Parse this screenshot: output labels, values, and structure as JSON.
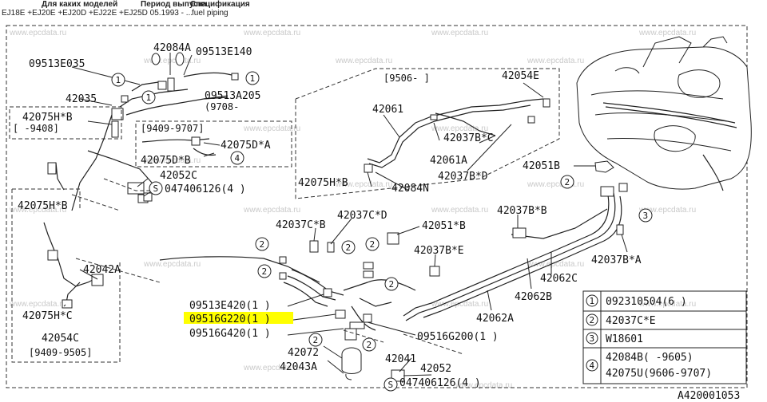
{
  "header": {
    "col1_title": "Для каких моделей",
    "col1_value": "EJ18E +EJ20E +EJ20D +EJ22E +EJ25D 05.1993 - ...",
    "col2_title": "Период выпуска",
    "col3_title": "Спецификация",
    "col3_value": "fuel piping"
  },
  "watermark": "www.epcdata.ru",
  "labels": {
    "p42084A": "42084A",
    "p09513E035": "09513E035",
    "p09513E140": "09513E140",
    "p42035": "42035",
    "p09513A205": "09513A205",
    "p9708": "(9708-",
    "p42075HB_1": "42075H*B",
    "p9408": "[     -9408]",
    "p9409_9707": "[9409-9707]",
    "p42075DA": "42075D*A",
    "p42075DB": "42075D*B",
    "p42052C": "42052C",
    "p047406126_a": "047406126(4 )",
    "p9506": "[9506-     ]",
    "p42054E": "42054E",
    "p42061": "42061",
    "p42037BC": "42037B*C",
    "p42061A": "42061A",
    "p42037BD": "42037B*D",
    "p42075HB_2": "42075H*B",
    "p42084N": "42084N",
    "p42051B": "42051B",
    "p42075HB_3": "42075H*B",
    "p42037CB": "42037C*B",
    "p42037CD": "42037C*D",
    "p42051xB": "42051*B",
    "p42037BB": "42037B*B",
    "p42037BE": "42037B*E",
    "p42037BA": "42037B*A",
    "p42042A": "42042A",
    "p42062C": "42062C",
    "p42062B": "42062B",
    "p42062A": "42062A",
    "p42075HC": "42075H*C",
    "p42054C": "42054C",
    "p9409_9505": "[9409-9505]",
    "p09513E420": "09513E420(1 )",
    "p09516G220": "09516G220(1 )",
    "p09516G420": "09516G420(1 )",
    "p42072": "42072",
    "p42043A": "42043A",
    "p09516G200": "09516G200(1 )",
    "p42041": "42041",
    "p42052": "42052",
    "p047406126_b": "047406126(4 )",
    "diagram_id": "A420001053"
  },
  "callouts": {
    "one": "1",
    "two": "2",
    "three": "3",
    "four": "4",
    "s": "S"
  },
  "legend": [
    {
      "num": "1",
      "text": "092310504(6 )"
    },
    {
      "num": "2",
      "text": "42037C*E"
    },
    {
      "num": "3",
      "text": "W18601"
    },
    {
      "num": "4",
      "text": "42084B(    -9605)",
      "text2": "42075U(9606-9707)"
    }
  ],
  "highlight_color": "#ffff00"
}
